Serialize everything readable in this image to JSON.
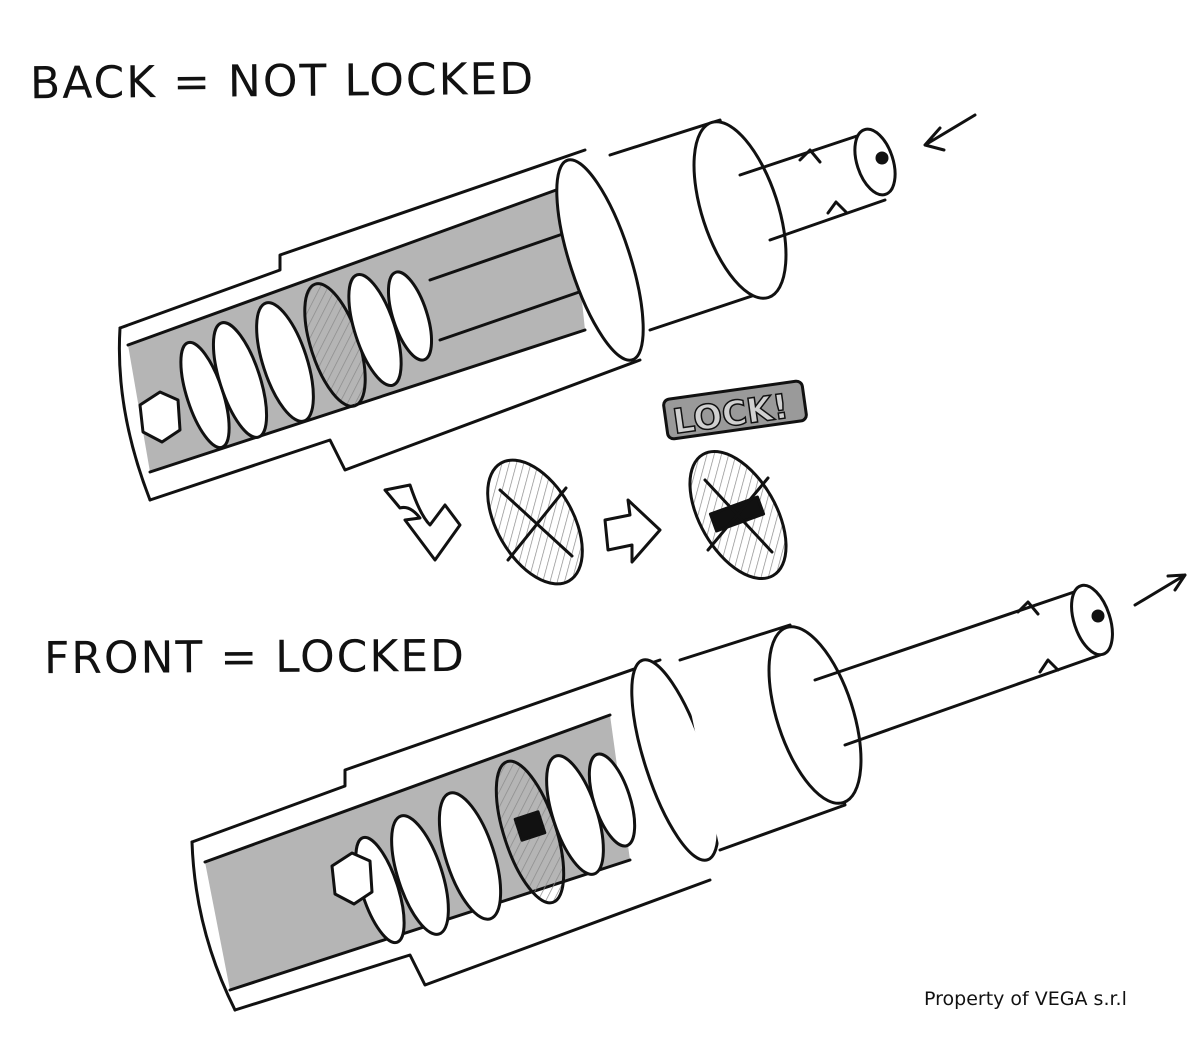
{
  "labels": {
    "back_state": "BACK = NOT LOCKED",
    "front_state": "FRONT = LOCKED",
    "lock_callout": "LOCK!",
    "credit": "Property of VEGA s.r.l"
  },
  "colors": {
    "ink": "#111111",
    "shading": "#a9a9a9",
    "hatch": "#8a8a8a",
    "paper": "#ffffff"
  },
  "icons": {
    "motion_arrow_back": "arrow-pointing-in",
    "motion_arrow_front": "arrow-pointing-out",
    "process_arrow_1": "curved-rotate-arrow",
    "process_arrow_2": "block-right-arrow"
  }
}
